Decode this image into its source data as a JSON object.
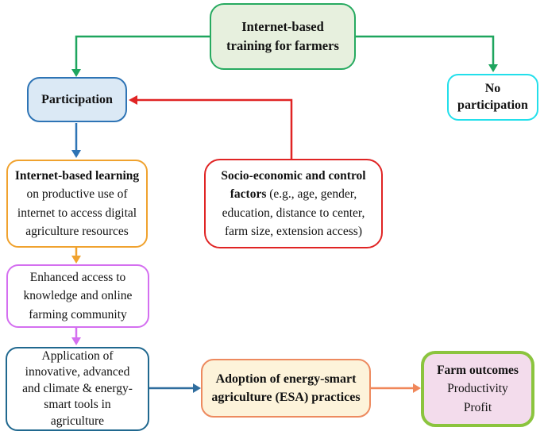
{
  "diagram": {
    "nodes": {
      "training": {
        "text": "Internet-based training for farmers"
      },
      "participation": {
        "text": "Participation"
      },
      "no_participation": {
        "text": "No participation"
      },
      "learning": {
        "title": "Internet-based learning",
        "body": " on productive use of internet to access digital agriculture resources"
      },
      "socio": {
        "title": "Socio-economic and control factors",
        "body": " (e.g., age, gender, education, distance to center, farm size, extension access)"
      },
      "enhanced": {
        "text": "Enhanced access to knowledge and online farming community"
      },
      "application": {
        "text": "Application of innovative, advanced and climate & energy-smart tools in agriculture"
      },
      "adoption": {
        "text": "Adoption of energy-smart agriculture (ESA) practices"
      },
      "outcomes": {
        "title": "Farm outcomes",
        "line2": "Productivity",
        "line3": "Profit"
      }
    },
    "colors": {
      "training_border": "#27aa60",
      "training_fill": "#e7f0de",
      "participation_border": "#2e74b5",
      "participation_fill": "#dbe9f5",
      "no_participation_border": "#22dfeb",
      "no_participation_fill": "#ffffff",
      "learning_border": "#f0a22e",
      "socio_border": "#e02424",
      "enhanced_border": "#d46ff0",
      "application_border": "#20688f",
      "adoption_border": "#ed8a5f",
      "adoption_fill": "#fdf3da",
      "outcomes_border": "#8bc43e",
      "outcomes_fill": "#f3dcec",
      "arrow_green": "#1ea55e",
      "arrow_red": "#e02424",
      "arrow_blue": "#2e74b5",
      "arrow_orange": "#f0a22e",
      "arrow_magenta": "#d46ff0",
      "arrow_steel_blue": "#2f6d9e",
      "arrow_coral": "#f0875a"
    }
  }
}
